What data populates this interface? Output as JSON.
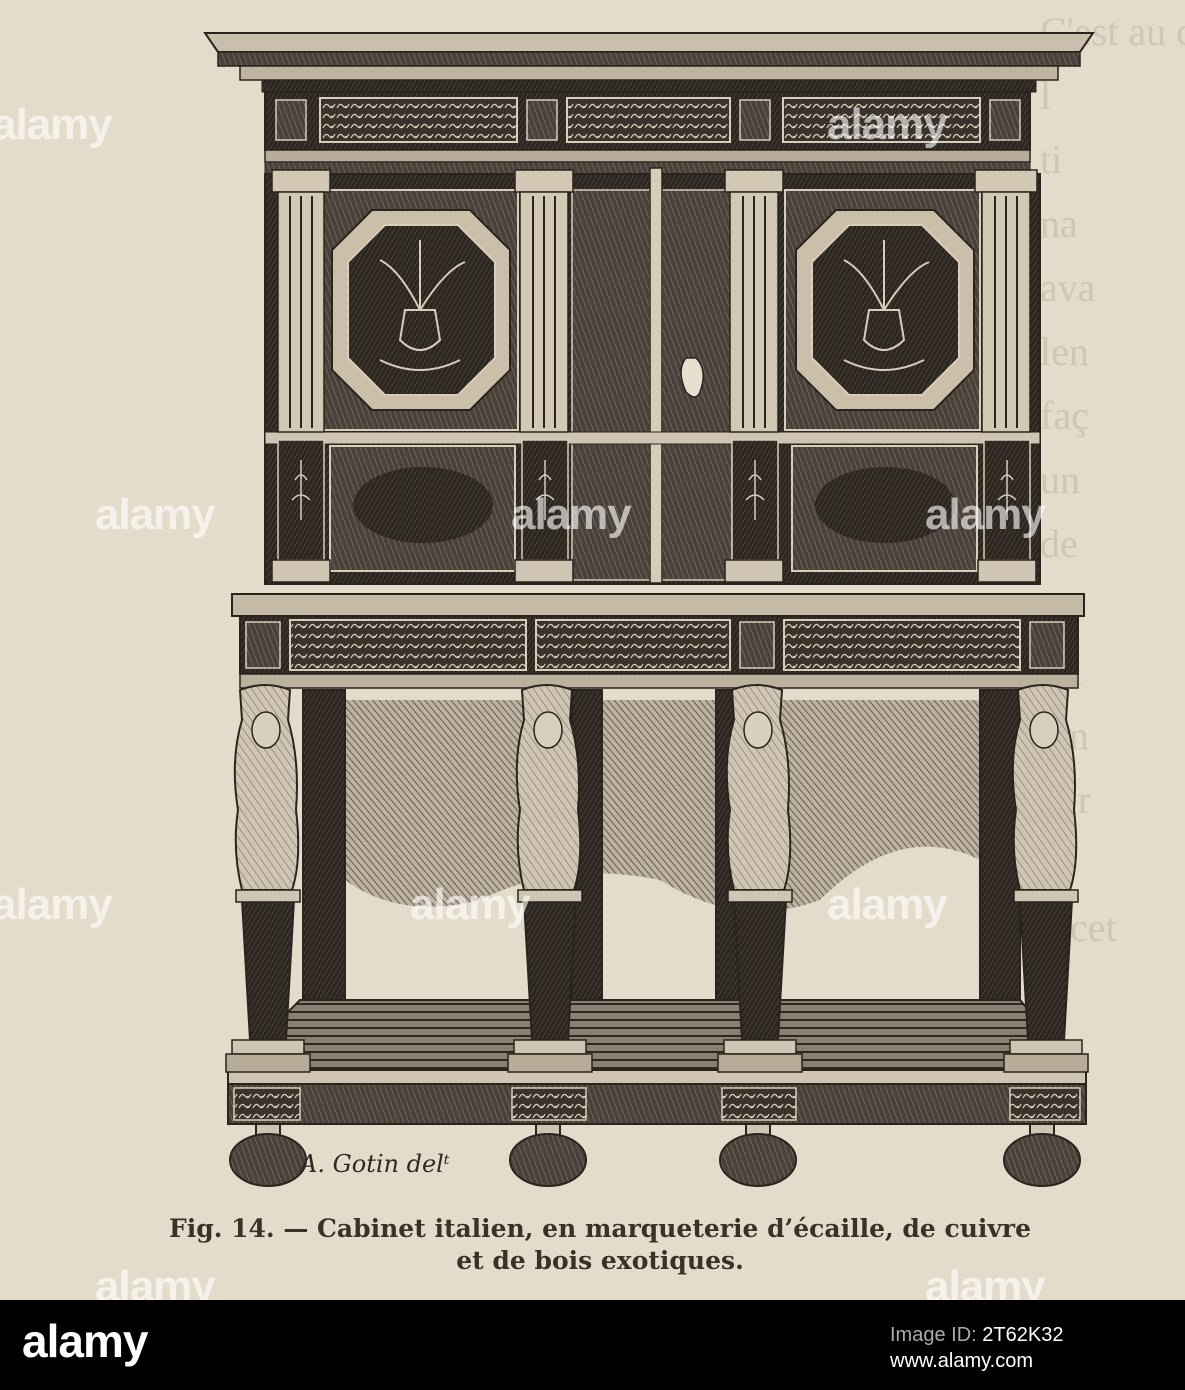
{
  "caption": {
    "line1": "Fig. 14. — Cabinet italien, en marqueterie d’écaille, de cuivre",
    "line2": "et de bois exotiques."
  },
  "signature": "A. Gotin delᵗ",
  "watermark": {
    "text": "alamy"
  },
  "footer": {
    "logo": "alamy",
    "image_id_label": "Image ID:",
    "image_id": "2T62K32",
    "url": "www.alamy.com"
  },
  "colors": {
    "paper": "#e4dccb",
    "ink": "#3a3129",
    "footer": "#000000"
  }
}
